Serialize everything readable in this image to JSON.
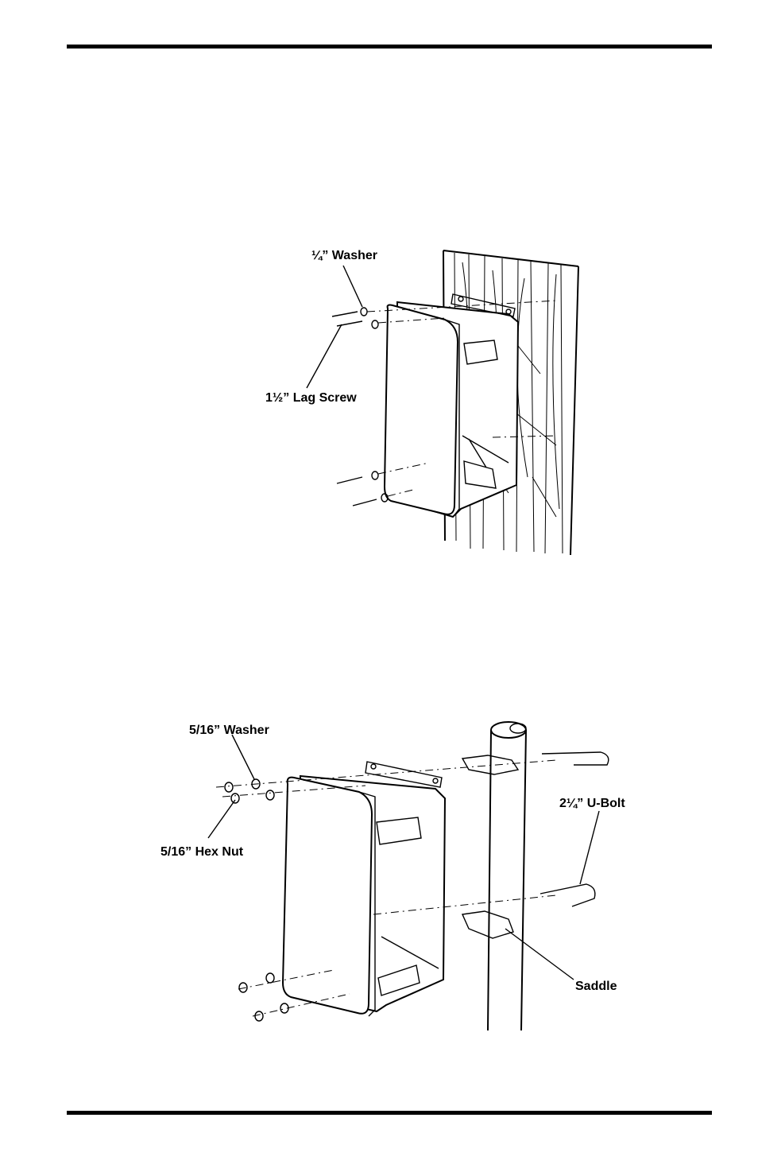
{
  "figure_wall": {
    "washer_label": "¼” Washer",
    "screw_label": "1½” Lag Screw"
  },
  "figure_pole": {
    "washer_label": "5/16” Washer",
    "nut_label": "5/16” Hex Nut",
    "ubolt_label": "2¼” U-Bolt",
    "saddle_label": "Saddle"
  }
}
